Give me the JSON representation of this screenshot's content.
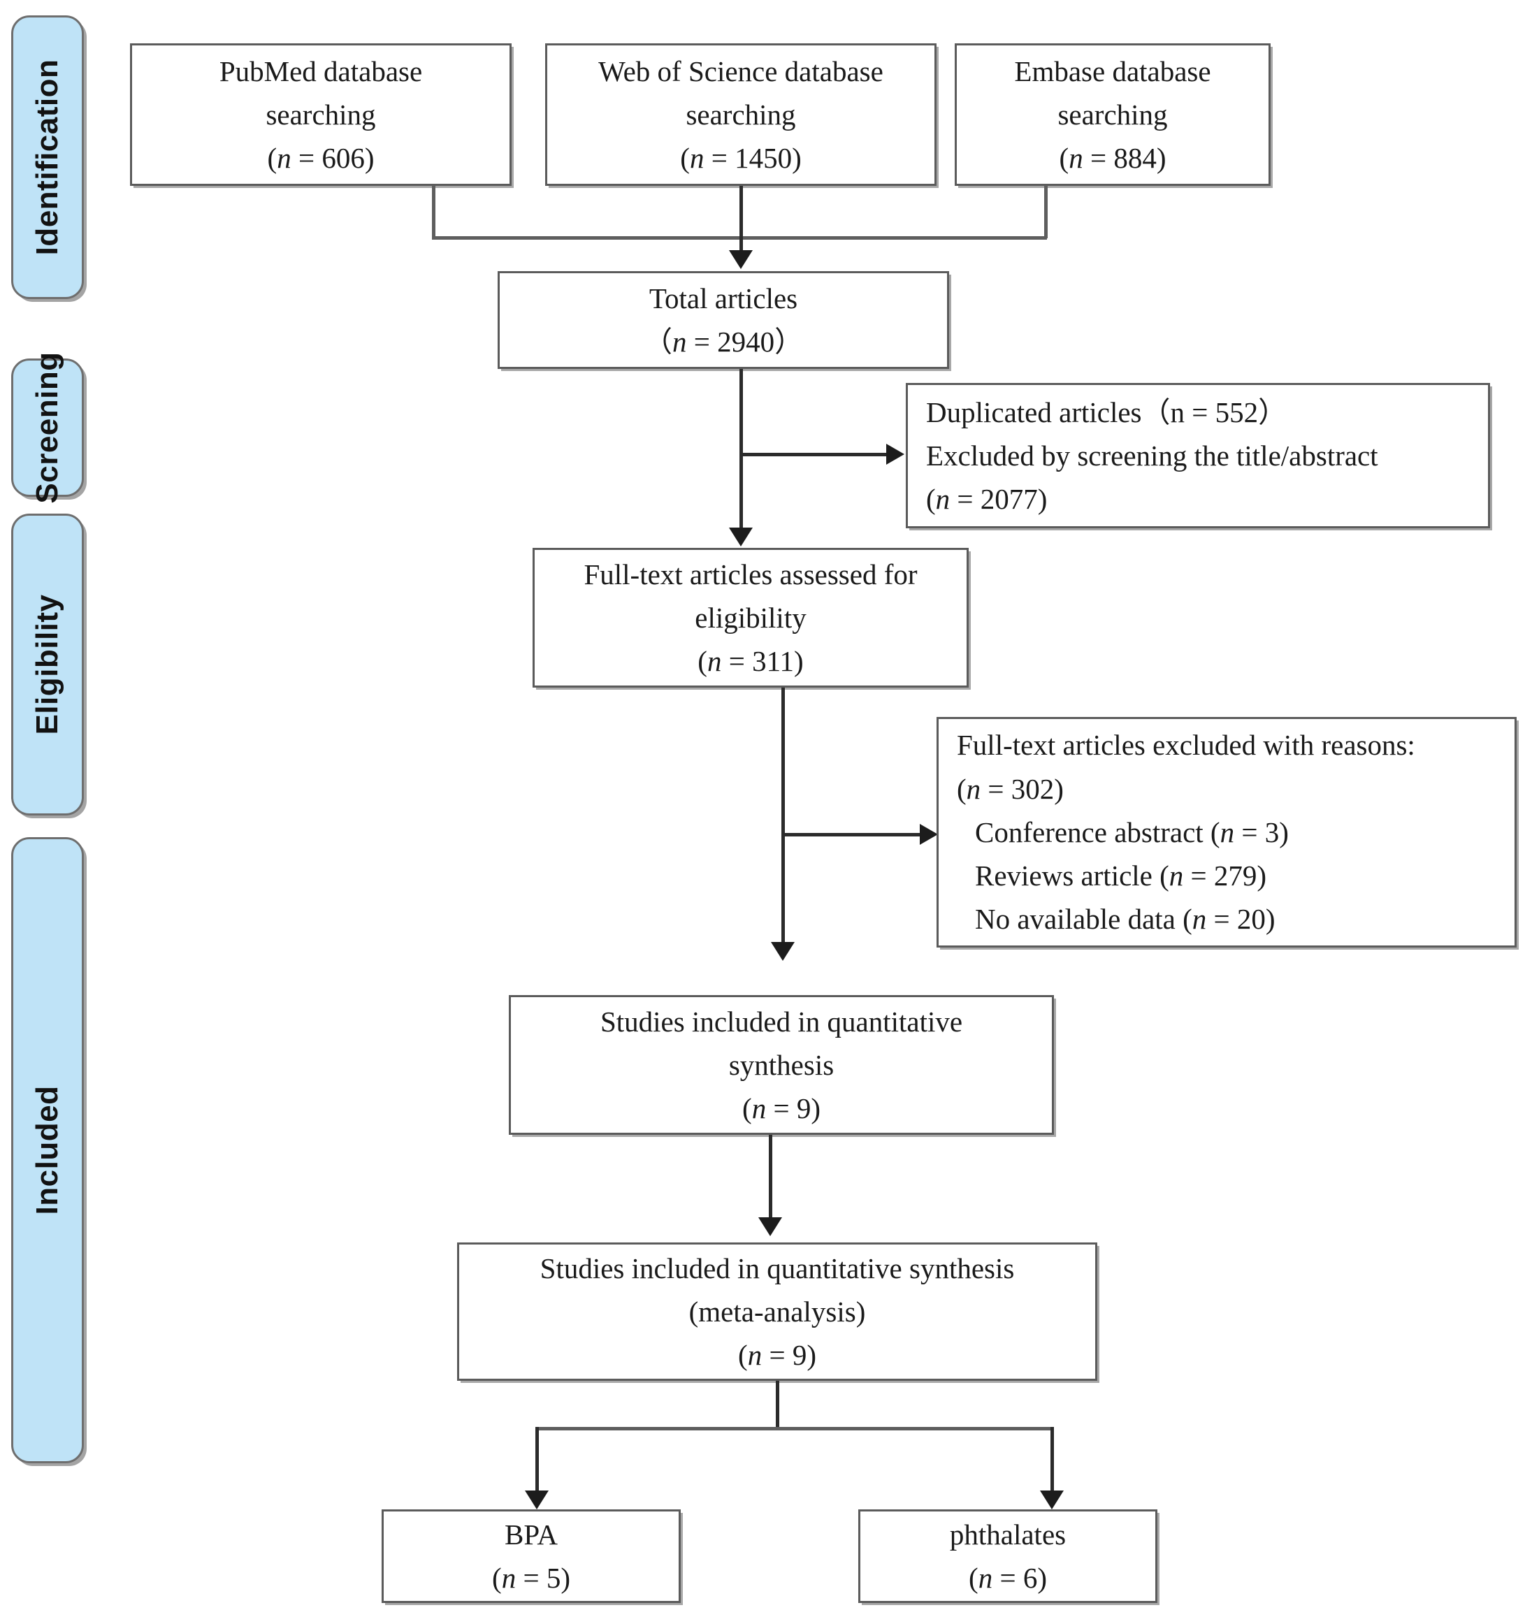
{
  "diagram": {
    "title": "PRISMA study selection flow diagram",
    "accent_color": "#bfe3f7",
    "border_color": "#5b5b5b",
    "line_color": "#2b2b2b",
    "background": "#ffffff"
  },
  "stages": [
    {
      "id": "identification",
      "label": "Identification"
    },
    {
      "id": "screening",
      "label": "Screening"
    },
    {
      "id": "eligibility",
      "label": "Eligibility"
    },
    {
      "id": "included",
      "label": "Included"
    }
  ],
  "boxes": {
    "pubmed": {
      "line1": "PubMed database",
      "line2": "searching",
      "line3": "(n = 606)"
    },
    "wos": {
      "line1": "Web of Science database",
      "line2": "searching",
      "line3": "(n = 1450)"
    },
    "embase": {
      "line1": "Embase database",
      "line2": "searching",
      "line3": "(n = 884)"
    },
    "total": {
      "line1": "Total articles",
      "line2": "（n = 2940）"
    },
    "screened_out": {
      "line1": "Duplicated articles（n = 552）",
      "line2": "Excluded by screening the title/abstract",
      "line3": "(n = 2077)"
    },
    "fulltext": {
      "line1": "Full-text articles assessed for",
      "line2": "eligibility",
      "line3": "(n = 311)"
    },
    "excluded": {
      "line1": "Full-text articles excluded with reasons:",
      "line2": "(n = 302)",
      "line3": "Conference abstract (n = 3)",
      "line4": "Reviews article (n = 279)",
      "line5": "No available data (n = 20)"
    },
    "quant": {
      "line1": "Studies included in quantitative",
      "line2": "synthesis",
      "line3": "(n = 9)"
    },
    "meta": {
      "line1": "Studies included in quantitative synthesis",
      "line2": "(meta-analysis)",
      "line3": "(n = 9)"
    },
    "bpa": {
      "line1": "BPA",
      "line2": "(n = 5)"
    },
    "phthalates": {
      "line1": "phthalates",
      "line2": "(n = 6)"
    }
  },
  "chart_data": {
    "type": "diagram",
    "title": "PRISMA flow diagram of study selection",
    "nodes": [
      {
        "id": "pubmed",
        "stage": "Identification",
        "label": "PubMed database searching",
        "n": 606
      },
      {
        "id": "wos",
        "stage": "Identification",
        "label": "Web of Science database searching",
        "n": 1450
      },
      {
        "id": "embase",
        "stage": "Identification",
        "label": "Embase database searching",
        "n": 884
      },
      {
        "id": "total",
        "stage": "Identification",
        "label": "Total articles",
        "n": 2940
      },
      {
        "id": "screened_out",
        "stage": "Screening",
        "label": "Duplicated articles",
        "n": 552
      },
      {
        "id": "screened_out2",
        "stage": "Screening",
        "label": "Excluded by screening the title/abstract",
        "n": 2077
      },
      {
        "id": "fulltext",
        "stage": "Screening",
        "label": "Full-text articles assessed for eligibility",
        "n": 311
      },
      {
        "id": "excluded",
        "stage": "Eligibility",
        "label": "Full-text articles excluded with reasons",
        "n": 302
      },
      {
        "id": "exc_conf",
        "stage": "Eligibility",
        "label": "Conference abstract",
        "n": 3
      },
      {
        "id": "exc_rev",
        "stage": "Eligibility",
        "label": "Reviews article",
        "n": 279
      },
      {
        "id": "exc_nodata",
        "stage": "Eligibility",
        "label": "No available data",
        "n": 20
      },
      {
        "id": "quant",
        "stage": "Eligibility",
        "label": "Studies included in quantitative synthesis",
        "n": 9
      },
      {
        "id": "meta",
        "stage": "Included",
        "label": "Studies included in quantitative synthesis (meta-analysis)",
        "n": 9
      },
      {
        "id": "bpa",
        "stage": "Included",
        "label": "BPA",
        "n": 5
      },
      {
        "id": "phthalates",
        "stage": "Included",
        "label": "phthalates",
        "n": 6
      }
    ],
    "edges": [
      {
        "from": "pubmed",
        "to": "total"
      },
      {
        "from": "wos",
        "to": "total"
      },
      {
        "from": "embase",
        "to": "total"
      },
      {
        "from": "total",
        "to": "fulltext"
      },
      {
        "from": "total",
        "to": "screened_out"
      },
      {
        "from": "fulltext",
        "to": "quant"
      },
      {
        "from": "fulltext",
        "to": "excluded"
      },
      {
        "from": "quant",
        "to": "meta"
      },
      {
        "from": "meta",
        "to": "bpa"
      },
      {
        "from": "meta",
        "to": "phthalates"
      }
    ]
  }
}
